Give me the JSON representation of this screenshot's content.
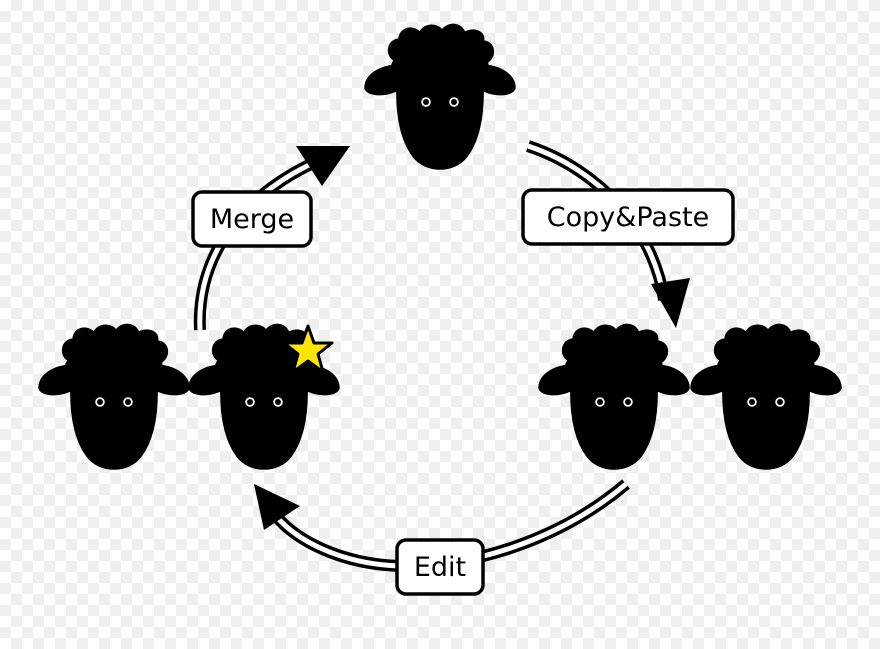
{
  "labels": {
    "merge": "Merge",
    "copy_paste": "Copy&Paste",
    "edit": "Edit"
  },
  "colors": {
    "face_plain": "#f8caa8",
    "face_modified": "#00b0ee",
    "wool_plain": "#ffffff",
    "wool_modified": "#ff7a05",
    "star": "#ffe600",
    "outline": "#000000",
    "ear_plain": "#ffffff",
    "ear_modified": "#00b0ee"
  },
  "nodes": [
    {
      "id": "top-sheep",
      "variant": "plain"
    },
    {
      "id": "right-plain-sheep",
      "variant": "plain"
    },
    {
      "id": "right-modified-sheep",
      "variant": "modified"
    },
    {
      "id": "left-plain-sheep",
      "variant": "plain"
    },
    {
      "id": "left-modified-sheep",
      "variant": "modified",
      "star": true
    }
  ],
  "icons": {
    "sheep": "sheep-icon",
    "star": "star-icon",
    "arrow": "double-line-arrow"
  }
}
